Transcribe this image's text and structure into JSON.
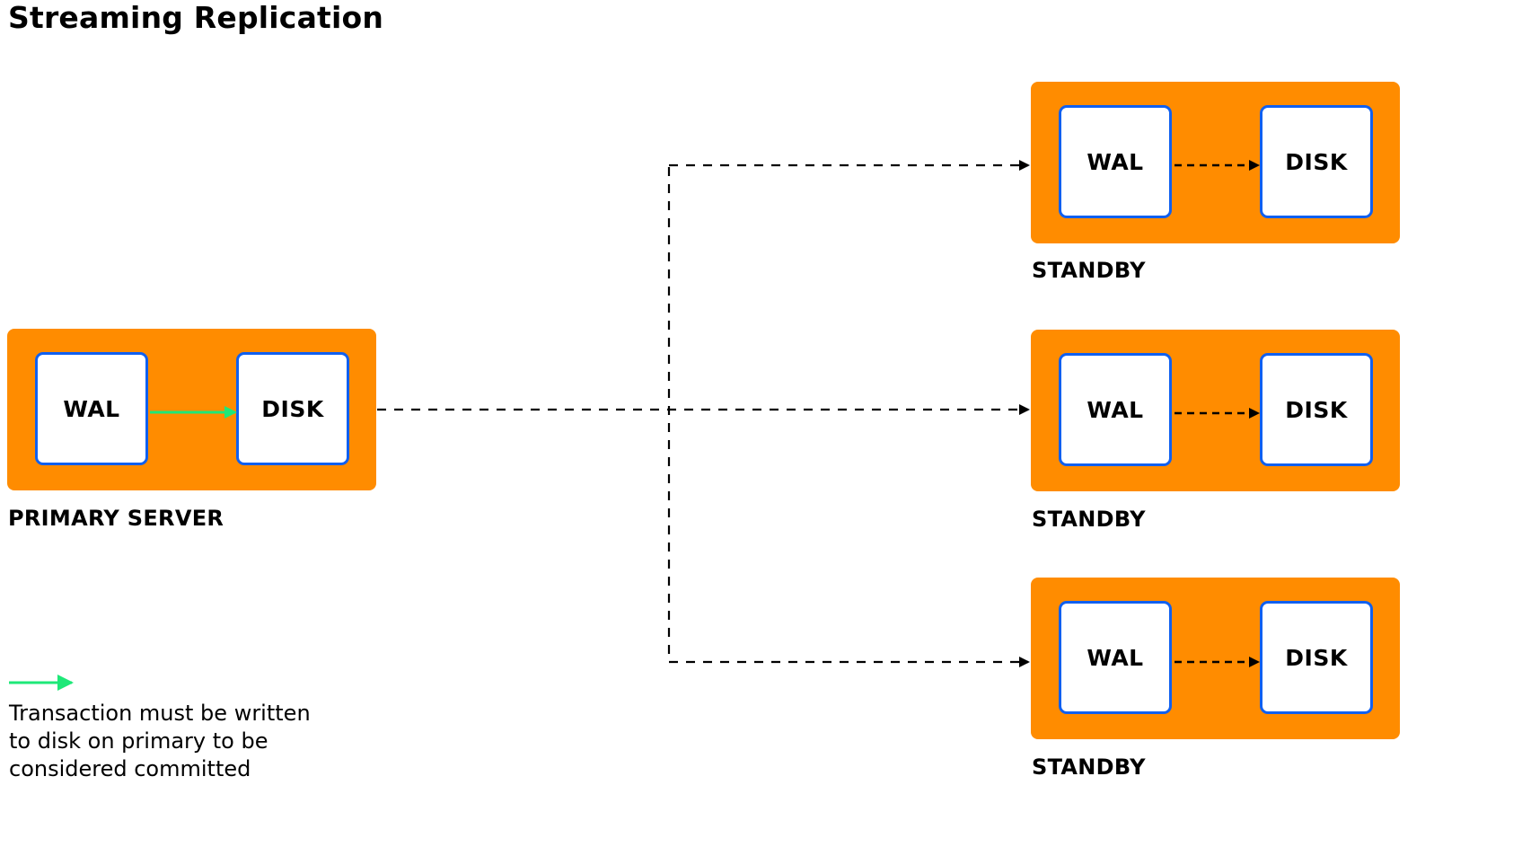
{
  "title": "Streaming Replication",
  "colors": {
    "server_fill": "#FF8C00",
    "box_border": "#1060F0",
    "box_fill": "#FFFFFF",
    "commit_arrow": "#1EE878",
    "replication_line": "#000000"
  },
  "primary": {
    "label": "PRIMARY SERVER",
    "wal_label": "WAL",
    "disk_label": "DISK",
    "arrow": "solid-green"
  },
  "standbys": [
    {
      "label": "STANDBY",
      "wal_label": "WAL",
      "disk_label": "DISK",
      "arrow": "dashed-black"
    },
    {
      "label": "STANDBY",
      "wal_label": "WAL",
      "disk_label": "DISK",
      "arrow": "dashed-black"
    },
    {
      "label": "STANDBY",
      "wal_label": "WAL",
      "disk_label": "DISK",
      "arrow": "dashed-black"
    }
  ],
  "connections": [
    {
      "from": "primary",
      "to": "standby-1",
      "style": "dashed"
    },
    {
      "from": "primary",
      "to": "standby-2",
      "style": "dashed"
    },
    {
      "from": "primary",
      "to": "standby-3",
      "style": "dashed"
    }
  ],
  "legend": {
    "arrow_color": "#1EE878",
    "lines": [
      "Transaction must be written",
      "to disk on primary to be",
      "considered committed"
    ]
  }
}
